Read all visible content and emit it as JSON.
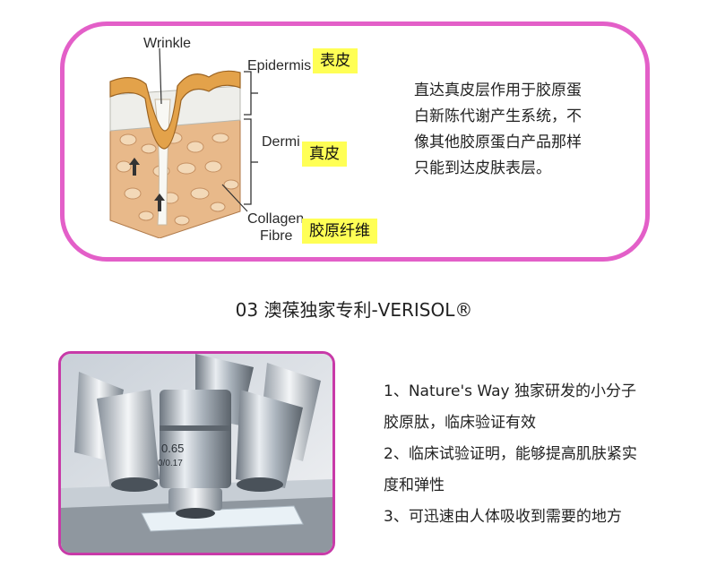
{
  "skin": {
    "labels_en": {
      "wrinkle": "Wrinkle",
      "epidermis": "Epidermis",
      "dermis": "Dermi",
      "collagen_line1": "Collagen",
      "collagen_line2": "Fibre"
    },
    "tags": {
      "epidermis": "表皮",
      "dermis": "真皮",
      "collagen": "胶原纤维"
    },
    "paragraph": [
      "直达真皮层作用于胶原蛋",
      "白新陈代谢产生系统，不",
      "像其他胶原蛋白产品那样",
      "只能到达皮肤表层。"
    ]
  },
  "section_title": "03 澳葆独家专利-VERISOL®",
  "microscope": {
    "lens_text_1": "0.65",
    "lens_text_2": "0/0.17"
  },
  "features": [
    "1、Nature's Way 独家研发的小分子",
    "胶原肽，临床验证有效",
    "2、临床试验证明，能够提高肌肤紧实",
    "度和弹性",
    "3、可迅速由人体吸收到需要的地方"
  ],
  "colors": {
    "card_border": "#e35fc8",
    "photo_border": "#c83aa8",
    "tag_bg": "#ffff55"
  }
}
